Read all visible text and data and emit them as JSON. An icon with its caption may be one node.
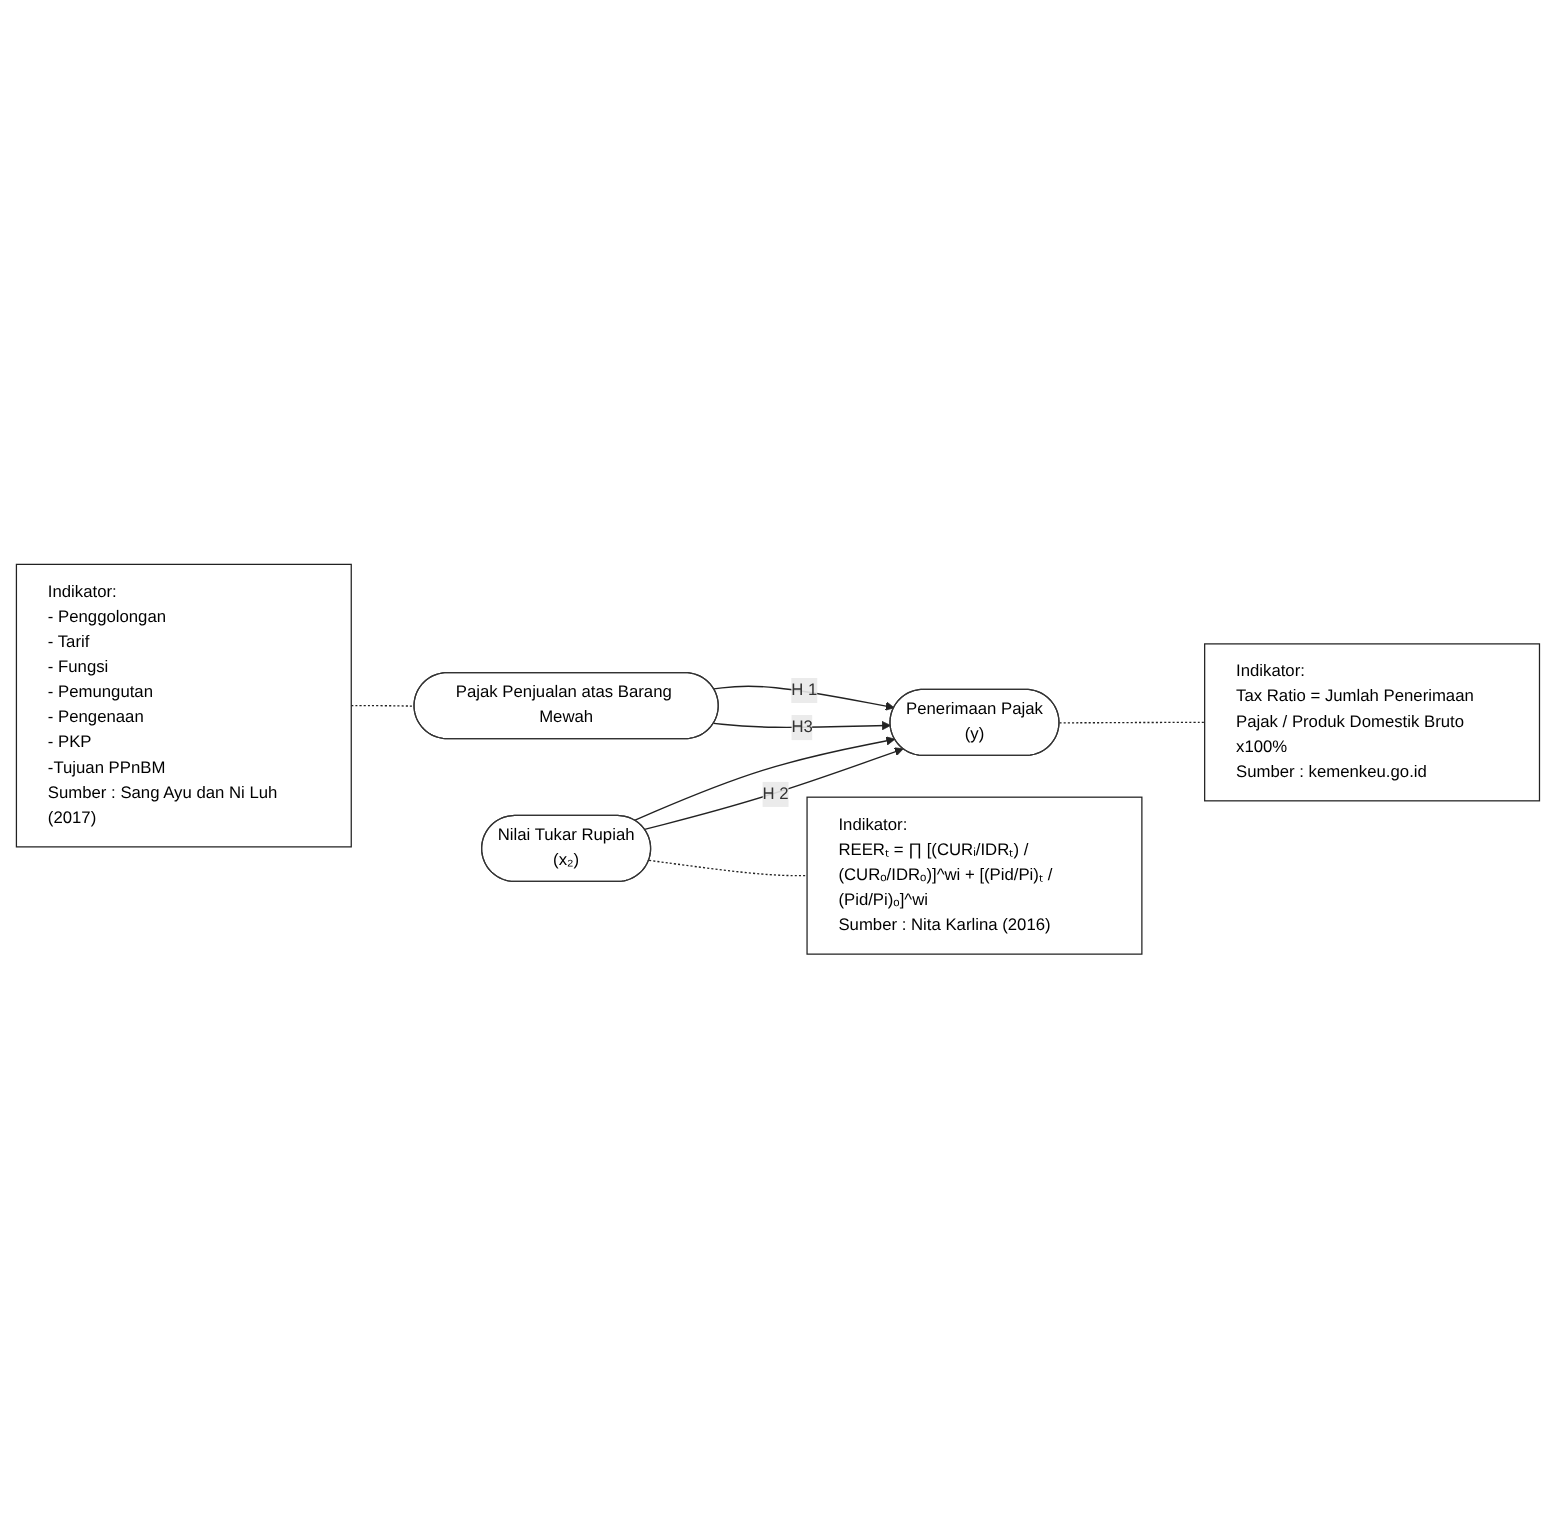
{
  "diagram": {
    "nodes": [
      {
        "text": [
          "Indikator:",
          "- Penggolongan",
          "- Tarif",
          "- Fungsi",
          "- Pemungutan",
          "- Pengenaan",
          "- PKP",
          "-Tujuan PPnBM",
          "Sumber : Sang Ayu dan Ni Luh (2017)"
        ]
      },
      {
        "text": [
          "Pajak Penjualan atas Barang Mewah"
        ]
      },
      {
        "text": [
          "Nilai Tukar Rupiah",
          "(x₂)"
        ]
      },
      {
        "text": [
          "Penerimaan Pajak",
          "(y)"
        ]
      },
      {
        "text": [
          "Indikator:",
          "REERₜ = ∏ [(CURᵢ/IDRₜ) / (CURₒ/IDRₒ)]^wi + [(Pid/Pi)ₜ / (Pid/Pi)ₒ]^wi",
          "Sumber : Nita Karlina (2016)"
        ]
      },
      {
        "text": [
          "Indikator:",
          "Tax Ratio = Jumlah Penerimaan Pajak / Produk Domestik Bruto x100%",
          "Sumber : kemenkeu.go.id"
        ]
      }
    ],
    "edges": [
      {
        "from": 0,
        "to": 1,
        "arrow": "none",
        "style": "dashed"
      },
      {
        "from": 1,
        "to": 3,
        "arrow": "to",
        "label": "H 1"
      },
      {
        "from": 1,
        "to": 3,
        "arrow": "to",
        "label": "H3"
      },
      {
        "from": 2,
        "to": 3,
        "arrow": "to"
      },
      {
        "from": 2,
        "to": 3,
        "arrow": "to",
        "label": "H 2"
      },
      {
        "from": 2,
        "to": 4,
        "arrow": "none",
        "style": "dashed"
      },
      {
        "from": 3,
        "to": 5,
        "arrow": "none",
        "style": "dashed"
      }
    ]
  }
}
